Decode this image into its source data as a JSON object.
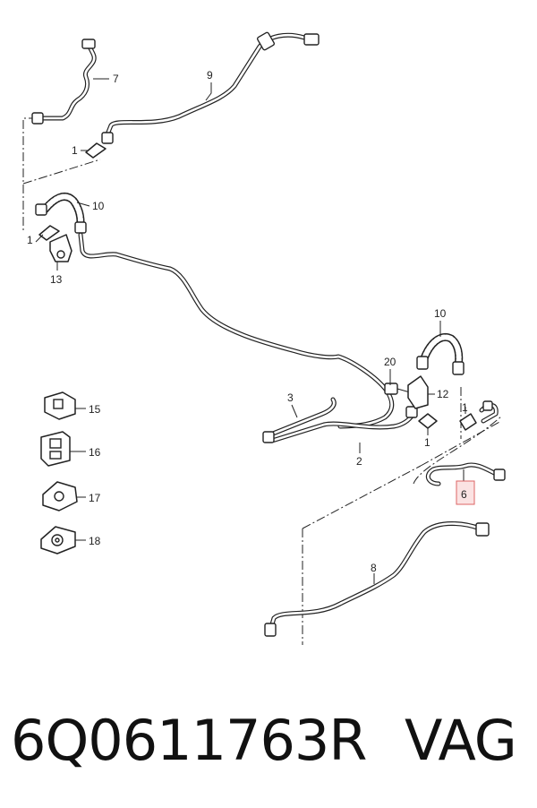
{
  "diagram": {
    "callouts": {
      "c1a": "1",
      "c1b": "1",
      "c1c": "1",
      "c1d": "1",
      "c2": "2",
      "c3": "3",
      "c6": "6",
      "c7": "7",
      "c8": "8",
      "c9": "9",
      "c10a": "10",
      "c10b": "10",
      "c12": "12",
      "c13": "13",
      "c15": "15",
      "c16": "16",
      "c17": "17",
      "c18": "18",
      "c20": "20"
    },
    "highlight_color": "#fbe3e3"
  },
  "footer": {
    "part_number": "6Q0611763R",
    "brand": "VAG"
  }
}
